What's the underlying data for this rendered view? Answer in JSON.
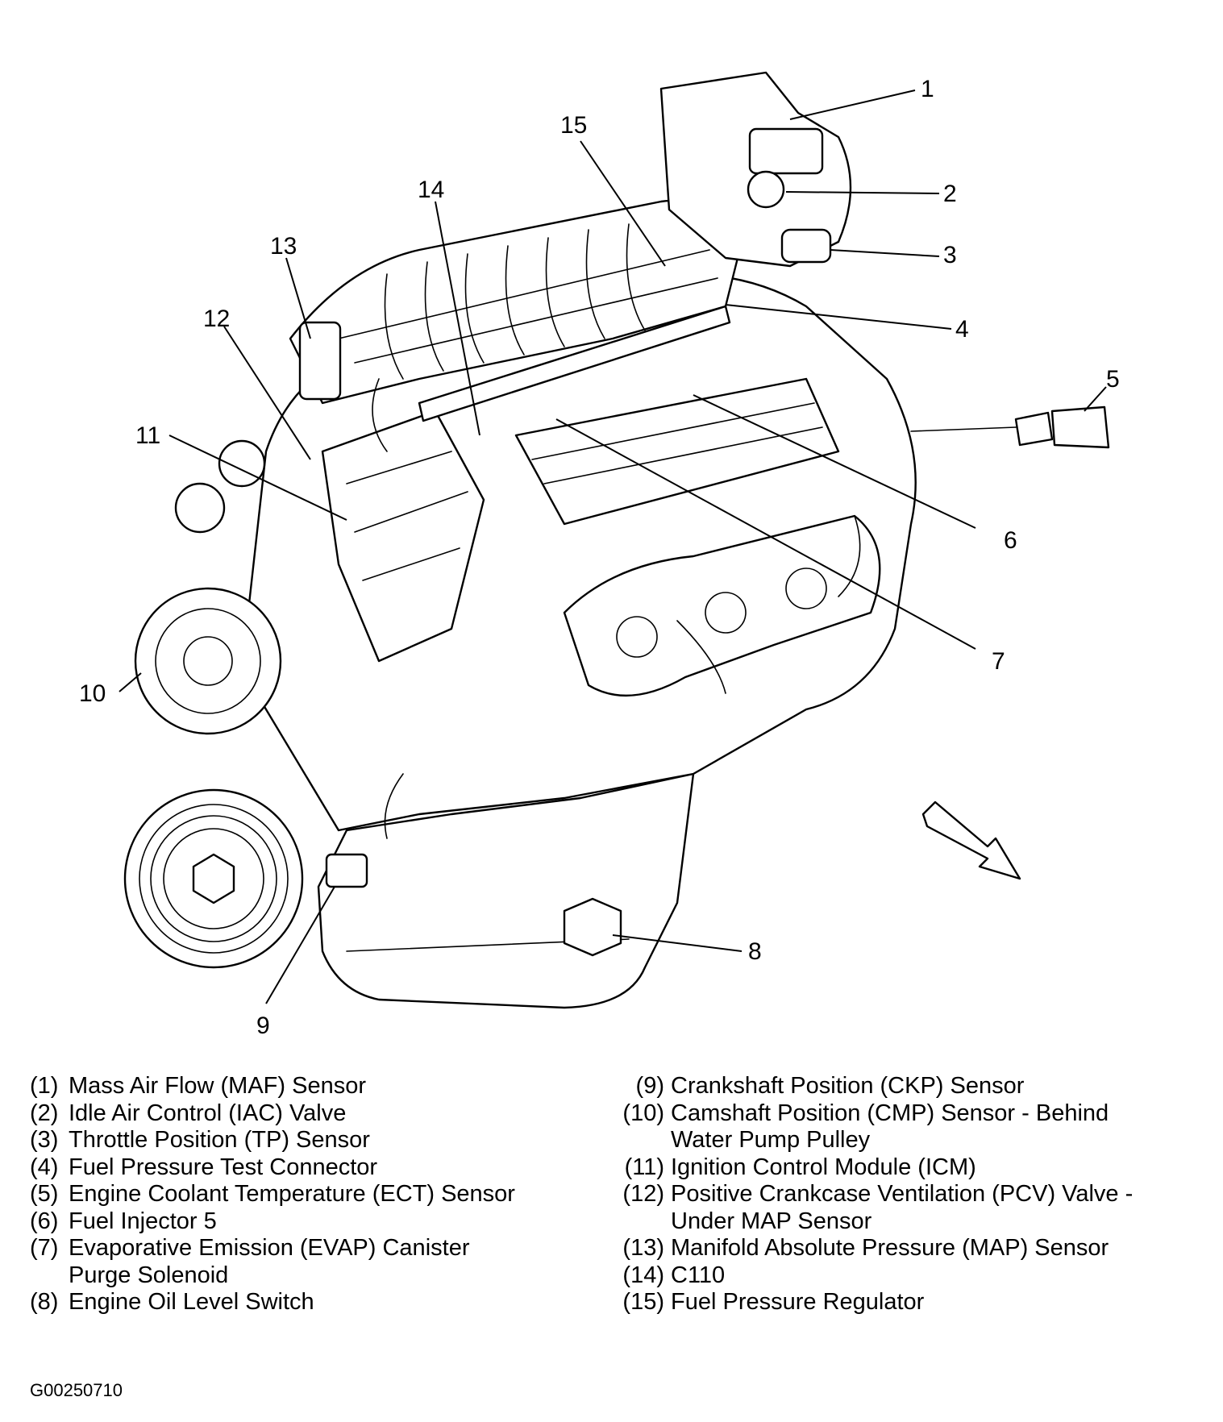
{
  "callouts": [
    {
      "n": "1"
    },
    {
      "n": "2"
    },
    {
      "n": "3"
    },
    {
      "n": "4"
    },
    {
      "n": "5"
    },
    {
      "n": "6"
    },
    {
      "n": "7"
    },
    {
      "n": "8"
    },
    {
      "n": "9"
    },
    {
      "n": "10"
    },
    {
      "n": "11"
    },
    {
      "n": "12"
    },
    {
      "n": "13"
    },
    {
      "n": "14"
    },
    {
      "n": "15"
    }
  ],
  "legend": {
    "left": [
      {
        "num": "(1)",
        "text": "Mass Air Flow (MAF) Sensor"
      },
      {
        "num": "(2)",
        "text": "Idle Air Control (IAC) Valve"
      },
      {
        "num": "(3)",
        "text": "Throttle Position (TP) Sensor"
      },
      {
        "num": "(4)",
        "text": "Fuel Pressure Test Connector"
      },
      {
        "num": "(5)",
        "text": "Engine Coolant Temperature (ECT) Sensor"
      },
      {
        "num": "(6)",
        "text": "Fuel Injector 5"
      },
      {
        "num": "(7)",
        "text": "Evaporative Emission (EVAP) Canister"
      },
      {
        "num": "",
        "text": "Purge Solenoid"
      },
      {
        "num": "(8)",
        "text": "Engine Oil Level Switch"
      }
    ],
    "right": [
      {
        "num": "(9)",
        "text": "Crankshaft Position (CKP) Sensor"
      },
      {
        "num": "(10)",
        "text": "Camshaft Position (CMP) Sensor - Behind"
      },
      {
        "num": "",
        "text": "Water Pump Pulley"
      },
      {
        "num": "(11)",
        "text": "Ignition Control Module (ICM)"
      },
      {
        "num": "(12)",
        "text": "Positive Crankcase Ventilation (PCV) Valve -"
      },
      {
        "num": "",
        "text": "Under MAP Sensor"
      },
      {
        "num": "(13)",
        "text": "Manifold Absolute Pressure (MAP) Sensor"
      },
      {
        "num": "(14)",
        "text": "C110"
      },
      {
        "num": "(15)",
        "text": "Fuel Pressure Regulator"
      }
    ]
  },
  "figure_id": "G00250710"
}
